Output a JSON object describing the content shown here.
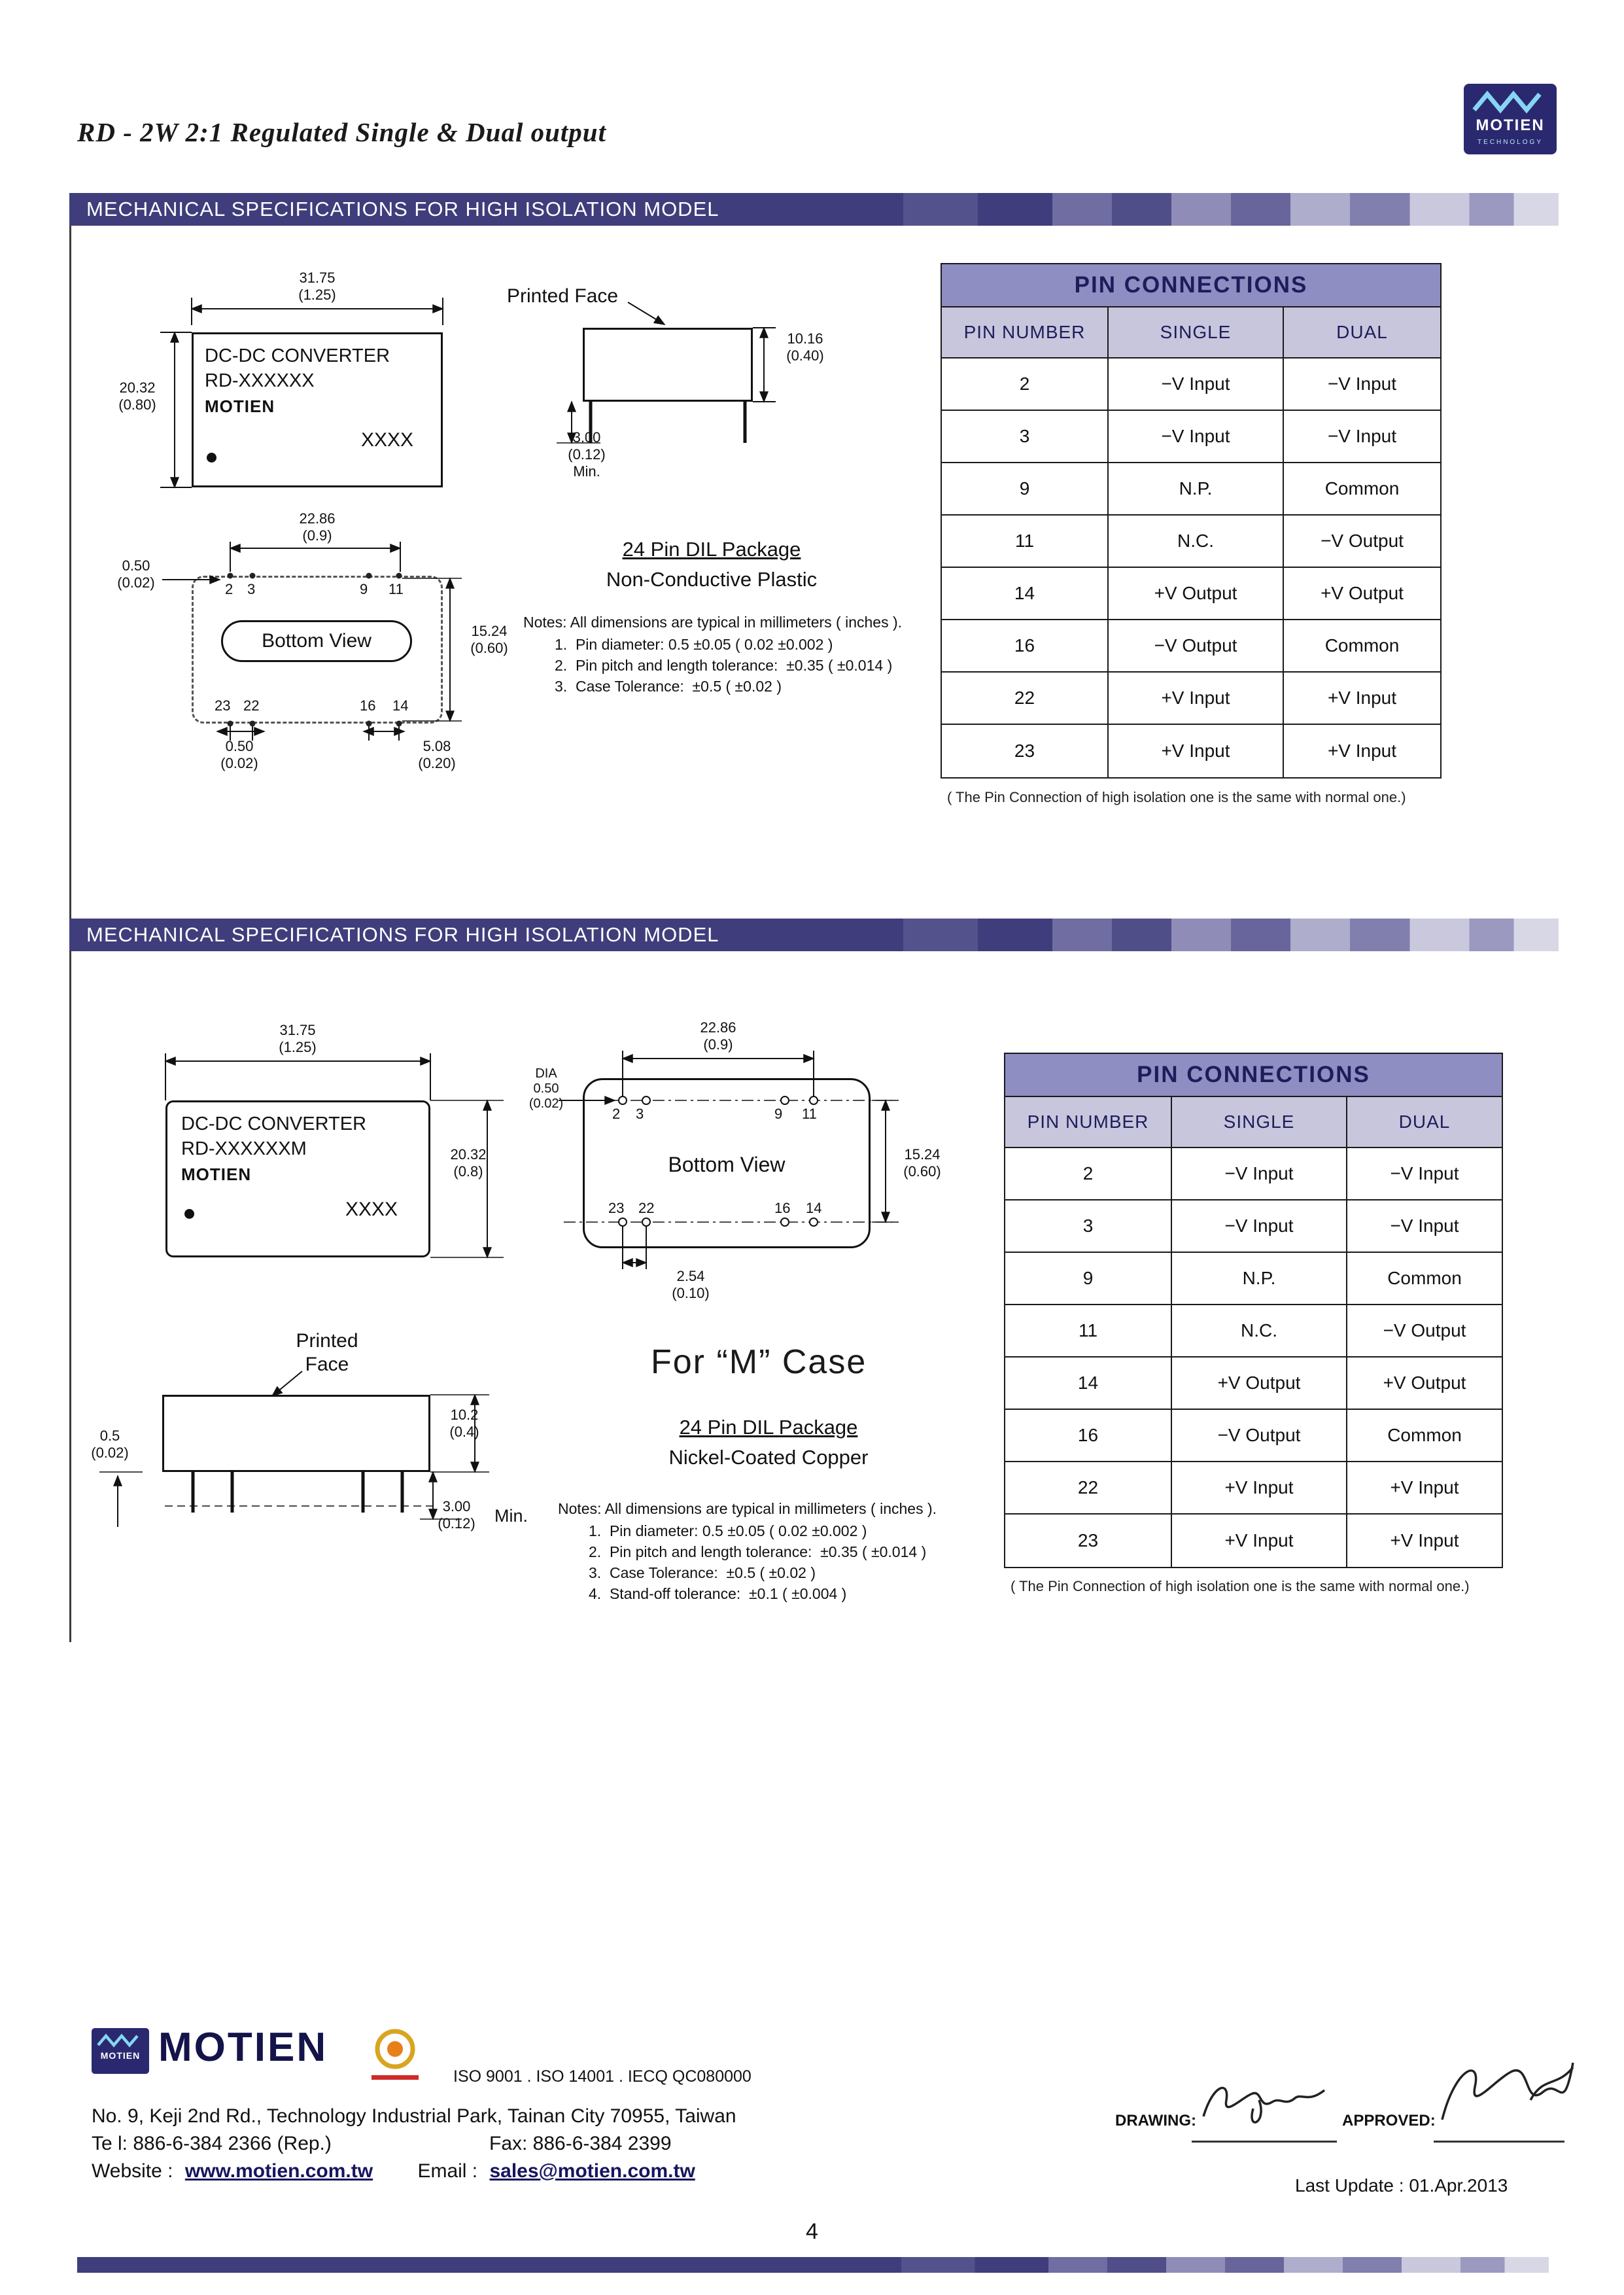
{
  "header": {
    "title": "RD - 2W 2:1 Regulated Single & Dual output",
    "logo_text": "MOTIEN",
    "logo_sub": "TECHNOLOGY"
  },
  "banners": {
    "s1": "MECHANICAL SPECIFICATIONS FOR HIGH ISOLATION MODEL",
    "s2": "MECHANICAL SPECIFICATIONS FOR HIGH ISOLATION MODEL"
  },
  "colors": {
    "banner": "#3f3d7b",
    "table_title_bg": "#8f8ec2",
    "table_header_bg": "#c7c6dc"
  },
  "s1": {
    "front": {
      "l1": "DC-DC CONVERTER",
      "l2": "RD-XXXXXX",
      "brand": "MOTIEN",
      "code": "XXXX",
      "w_mm": "31.75",
      "w_in": "(1.25)",
      "h_mm": "20.32",
      "h_in": "(0.80)"
    },
    "printed_face": "Printed Face",
    "side": {
      "h_mm": "10.16",
      "h_in": "(0.40)",
      "pin_mm": "3.00",
      "pin_in": "(0.12)",
      "min": "Min."
    },
    "bottom": {
      "label": "Bottom  View",
      "w_mm": "22.86",
      "w_in": "(0.9)",
      "pind_mm": "0.50",
      "pind_in": "(0.02)",
      "h_mm": "15.24",
      "h_in": "(0.60)",
      "pinb_mm": "0.50",
      "pinb_in": "(0.02)",
      "pitch_mm": "5.08",
      "pitch_in": "(0.20)",
      "pins_top": [
        "2",
        "3",
        "9",
        "11"
      ],
      "pins_bottom": [
        "23",
        "22",
        "16",
        "14"
      ]
    },
    "package": {
      "l1": "24 Pin DIL Package",
      "l2": "Non-Conductive Plastic"
    },
    "notes": {
      "head": "Notes: All dimensions are typical in millimeters ( inches ).",
      "items": [
        "1.  Pin diameter: 0.5 ±0.05 ( 0.02 ±0.002 )",
        "2.  Pin pitch and length tolerance:  ±0.35 ( ±0.014 )",
        "3.  Case Tolerance:  ±0.5 ( ±0.02 )"
      ]
    }
  },
  "table": {
    "title": "PIN CONNECTIONS",
    "headers": [
      "PIN NUMBER",
      "SINGLE",
      "DUAL"
    ],
    "rows": [
      [
        "2",
        "−V Input",
        "−V Input"
      ],
      [
        "3",
        "−V Input",
        "−V Input"
      ],
      [
        "9",
        "N.P.",
        "Common"
      ],
      [
        "11",
        "N.C.",
        "−V Output"
      ],
      [
        "14",
        "+V Output",
        "+V Output"
      ],
      [
        "16",
        "−V Output",
        "Common"
      ],
      [
        "22",
        "+V Input",
        "+V Input"
      ],
      [
        "23",
        "+V Input",
        "+V Input"
      ]
    ],
    "footnote": "( The Pin Connection of high isolation one is the same with normal one.)"
  },
  "s2": {
    "front": {
      "l1": "DC-DC CONVERTER",
      "l2": "RD-XXXXXXM",
      "brand": "MOTIEN",
      "code": "XXXX",
      "w_mm": "31.75",
      "w_in": "(1.25)",
      "h_mm": "20.32",
      "h_in": "(0.8)"
    },
    "printed_face_1": "Printed",
    "printed_face_2": "Face",
    "for_m_case": "For “M” Case",
    "bottom": {
      "label": "Bottom View",
      "w_mm": "22.86",
      "w_in": "(0.9)",
      "dia": "DIA",
      "dia_mm": "0.50",
      "dia_in": "(0.02)",
      "h_mm": "15.24",
      "h_in": "(0.60)",
      "pitch_mm": "2.54",
      "pitch_in": "(0.10)",
      "pins_top": [
        "2",
        "3",
        "9",
        "11"
      ],
      "pins_bottom": [
        "23",
        "22",
        "16",
        "14"
      ]
    },
    "side": {
      "standoff_mm": "0.5",
      "standoff_in": "(0.02)",
      "h_mm": "10.2",
      "h_in": "(0.4)",
      "pin_mm": "3.00",
      "pin_in": "(0.12)",
      "min": "Min."
    },
    "package": {
      "l1": "24 Pin DIL Package",
      "l2": "Nickel-Coated Copper"
    },
    "notes": {
      "head": "Notes: All dimensions are typical in millimeters ( inches ).",
      "items": [
        "1.  Pin diameter: 0.5 ±0.05 ( 0.02 ±0.002 )",
        "2.  Pin pitch and length tolerance:  ±0.35 ( ±0.014 )",
        "3.  Case Tolerance:  ±0.5 ( ±0.02 )",
        "4.  Stand-off tolerance:  ±0.1 ( ±0.004 )"
      ]
    }
  },
  "footer": {
    "brand": "MOTIEN",
    "iso": "ISO 9001 . ISO 14001 . IECQ QC080000",
    "address": "No. 9, Keji 2nd Rd., Technology Industrial Park, Tainan City 70955, Taiwan",
    "tel": "Te l: 886-6-384 2366 (Rep.)",
    "fax": "Fax: 886-6-384 2399",
    "website_label": "Website :",
    "website": "www.motien.com.tw",
    "email_label": "Email :",
    "email": "sales@motien.com.tw",
    "drawing_label": "DRAWING:",
    "approved_label": "APPROVED:",
    "last_update": "Last Update : 01.Apr.2013",
    "page_number": "4"
  }
}
